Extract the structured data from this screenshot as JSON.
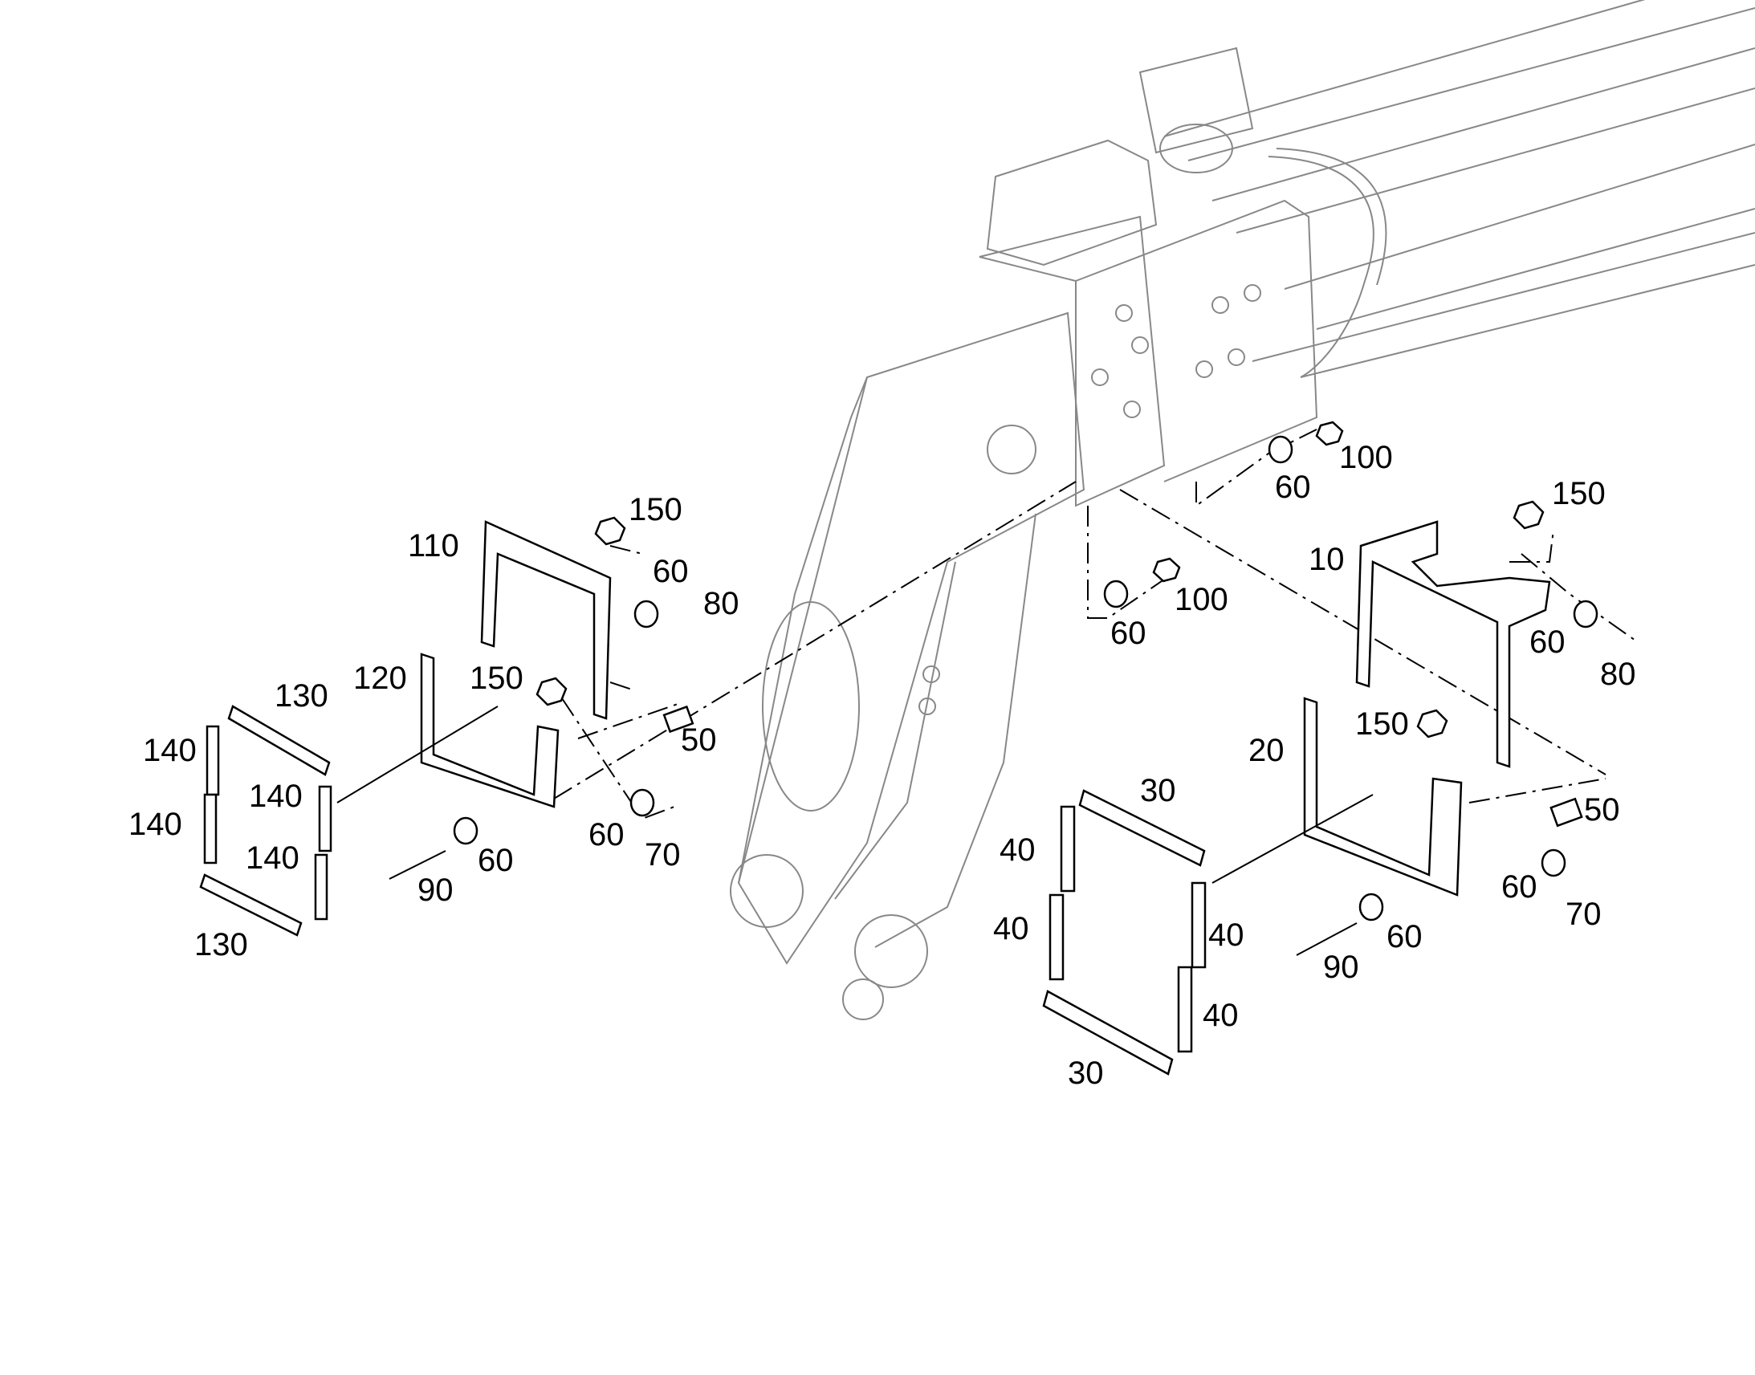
{
  "diagram": {
    "callouts": [
      {
        "id": "c1",
        "text": "150"
      },
      {
        "id": "c2",
        "text": "110"
      },
      {
        "id": "c3",
        "text": "60"
      },
      {
        "id": "c4",
        "text": "80"
      },
      {
        "id": "c5",
        "text": "120"
      },
      {
        "id": "c6",
        "text": "150"
      },
      {
        "id": "c7",
        "text": "130"
      },
      {
        "id": "c8",
        "text": "140"
      },
      {
        "id": "c9",
        "text": "140"
      },
      {
        "id": "c10",
        "text": "140"
      },
      {
        "id": "c11",
        "text": "140"
      },
      {
        "id": "c12",
        "text": "130"
      },
      {
        "id": "c13",
        "text": "50"
      },
      {
        "id": "c14",
        "text": "60"
      },
      {
        "id": "c15",
        "text": "70"
      },
      {
        "id": "c16",
        "text": "60"
      },
      {
        "id": "c17",
        "text": "90"
      },
      {
        "id": "c18",
        "text": "100"
      },
      {
        "id": "c19",
        "text": "60"
      },
      {
        "id": "c20",
        "text": "100"
      },
      {
        "id": "c21",
        "text": "60"
      },
      {
        "id": "c22",
        "text": "150"
      },
      {
        "id": "c23",
        "text": "10"
      },
      {
        "id": "c24",
        "text": "60"
      },
      {
        "id": "c25",
        "text": "80"
      },
      {
        "id": "c26",
        "text": "150"
      },
      {
        "id": "c27",
        "text": "20"
      },
      {
        "id": "c28",
        "text": "50"
      },
      {
        "id": "c29",
        "text": "30"
      },
      {
        "id": "c30",
        "text": "40"
      },
      {
        "id": "c31",
        "text": "40"
      },
      {
        "id": "c32",
        "text": "40"
      },
      {
        "id": "c33",
        "text": "40"
      },
      {
        "id": "c34",
        "text": "30"
      },
      {
        "id": "c35",
        "text": "60"
      },
      {
        "id": "c36",
        "text": "70"
      },
      {
        "id": "c37",
        "text": "60"
      },
      {
        "id": "c38",
        "text": "90"
      }
    ]
  }
}
